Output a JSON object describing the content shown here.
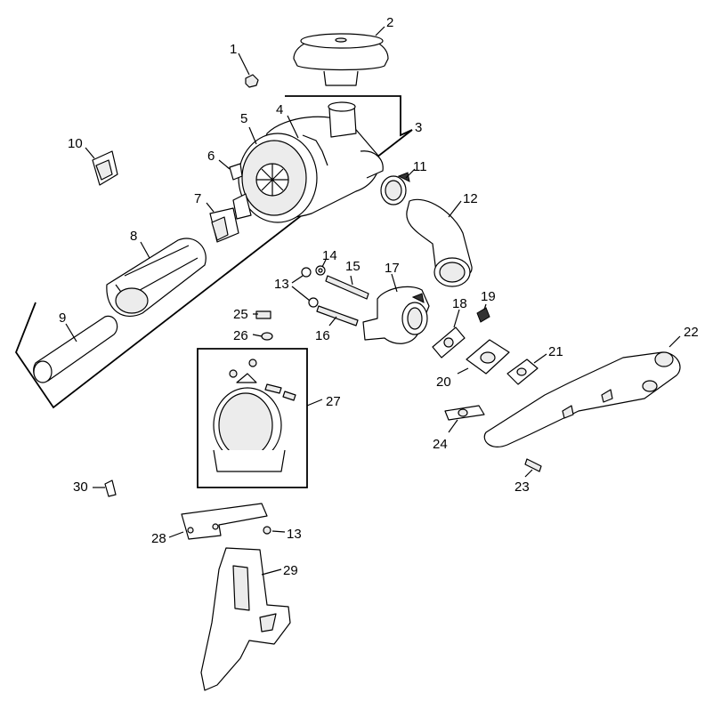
{
  "callouts": [
    "1",
    "2",
    "3",
    "4",
    "5",
    "6",
    "7",
    "8",
    "9",
    "10",
    "11",
    "12",
    "13",
    "14",
    "15",
    "16",
    "17",
    "18",
    "19",
    "20",
    "21",
    "22",
    "23",
    "24",
    "25",
    "26",
    "27",
    "28",
    "29",
    "30",
    "13"
  ]
}
